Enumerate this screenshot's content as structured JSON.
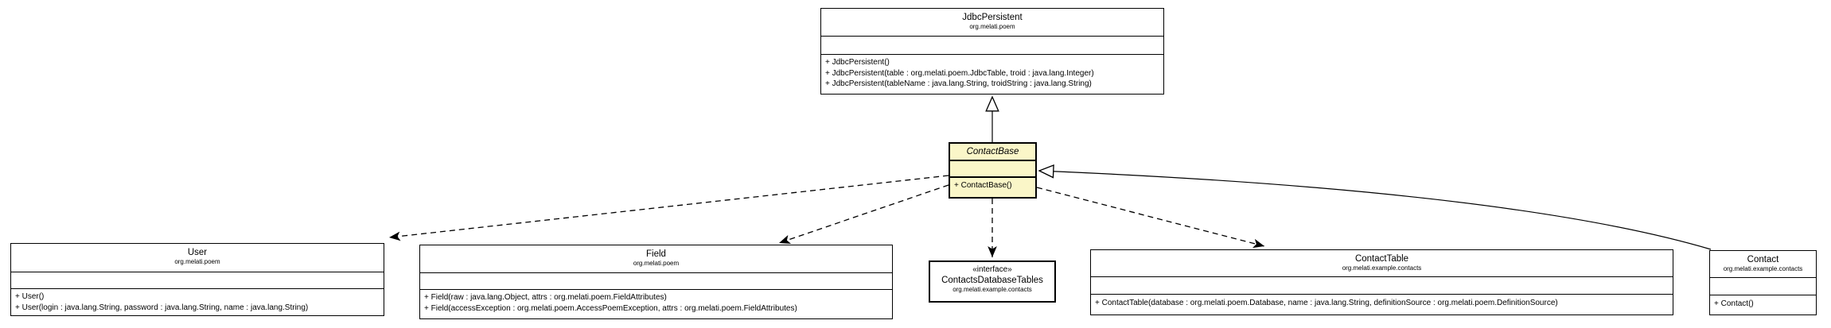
{
  "diagram": {
    "kind": "uml-class-diagram",
    "colors": {
      "background": "#ffffff",
      "box_fill": "#ffffff",
      "highlight_fill": "#FAF6C8",
      "border": "#000000",
      "text": "#000000"
    }
  },
  "classes": {
    "jdbc_persistent": {
      "name": "JdbcPersistent",
      "package": "org.melati.poem",
      "methods": [
        "+ JdbcPersistent()",
        "+ JdbcPersistent(table : org.melati.poem.JdbcTable, troid : java.lang.Integer)",
        "+ JdbcPersistent(tableName : java.lang.String, troidString : java.lang.String)"
      ]
    },
    "contact_base": {
      "name": "ContactBase",
      "methods": [
        "+ ContactBase()"
      ]
    },
    "user": {
      "name": "User",
      "package": "org.melati.poem",
      "methods": [
        "+ User()",
        "+ User(login : java.lang.String, password : java.lang.String, name : java.lang.String)"
      ]
    },
    "field": {
      "name": "Field",
      "package": "org.melati.poem",
      "methods": [
        "+ Field(raw : java.lang.Object, attrs : org.melati.poem.FieldAttributes)",
        "+ Field(accessException : org.melati.poem.AccessPoemException, attrs : org.melati.poem.FieldAttributes)"
      ]
    },
    "contacts_database_tables": {
      "stereotype": "«interface»",
      "name": "ContactsDatabaseTables",
      "package": "org.melati.example.contacts"
    },
    "contact_table": {
      "name": "ContactTable",
      "package": "org.melati.example.contacts",
      "methods": [
        "+ ContactTable(database : org.melati.poem.Database, name : java.lang.String, definitionSource : org.melati.poem.DefinitionSource)"
      ]
    },
    "contact": {
      "name": "Contact",
      "package": "org.melati.example.contacts",
      "methods": [
        "+ Contact()"
      ]
    }
  },
  "relations": [
    {
      "from": "ContactBase",
      "to": "JdbcPersistent",
      "type": "generalization"
    },
    {
      "from": "Contact",
      "to": "ContactBase",
      "type": "generalization"
    },
    {
      "from": "ContactBase",
      "to": "User",
      "type": "dependency"
    },
    {
      "from": "ContactBase",
      "to": "Field",
      "type": "dependency"
    },
    {
      "from": "ContactBase",
      "to": "ContactsDatabaseTables",
      "type": "dependency"
    },
    {
      "from": "ContactBase",
      "to": "ContactTable",
      "type": "dependency"
    }
  ]
}
